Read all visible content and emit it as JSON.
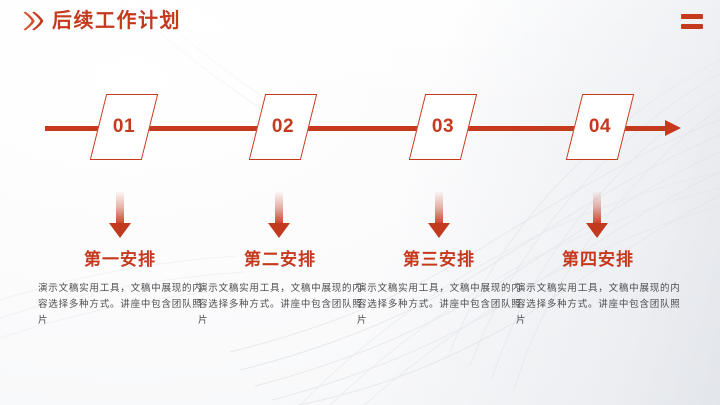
{
  "header": {
    "title": "后续工作计划",
    "chevron_icon": "double-chevron-right-icon",
    "menu_icon": "hamburger-menu-icon"
  },
  "theme": {
    "accent": "#c5391d",
    "accent_dark": "#b8331a",
    "heading_color": "#c5391d",
    "body_color": "#4d4d4f",
    "background": "#f6f7f9"
  },
  "timeline": {
    "arrow_icon": "right-arrow-icon",
    "nodes": [
      {
        "number": "01"
      },
      {
        "number": "02"
      },
      {
        "number": "03"
      },
      {
        "number": "04"
      }
    ]
  },
  "sections": [
    {
      "arrow_icon": "down-arrow-icon",
      "heading": "第一安排",
      "body": "演示文稿实用工具，文稿中展现的内容选择多种方式。讲座中包含团队照片"
    },
    {
      "arrow_icon": "down-arrow-icon",
      "heading": "第二安排",
      "body": "演示文稿实用工具，文稿中展现的内容选择多种方式。讲座中包含团队照片"
    },
    {
      "arrow_icon": "down-arrow-icon",
      "heading": "第三安排",
      "body": "演示文稿实用工具，文稿中展现的内容选择多种方式。讲座中包含团队照片"
    },
    {
      "arrow_icon": "down-arrow-icon",
      "heading": "第四安排",
      "body": "演示文稿实用工具，文稿中展现的内容选择多种方式。讲座中包含团队照片"
    }
  ]
}
